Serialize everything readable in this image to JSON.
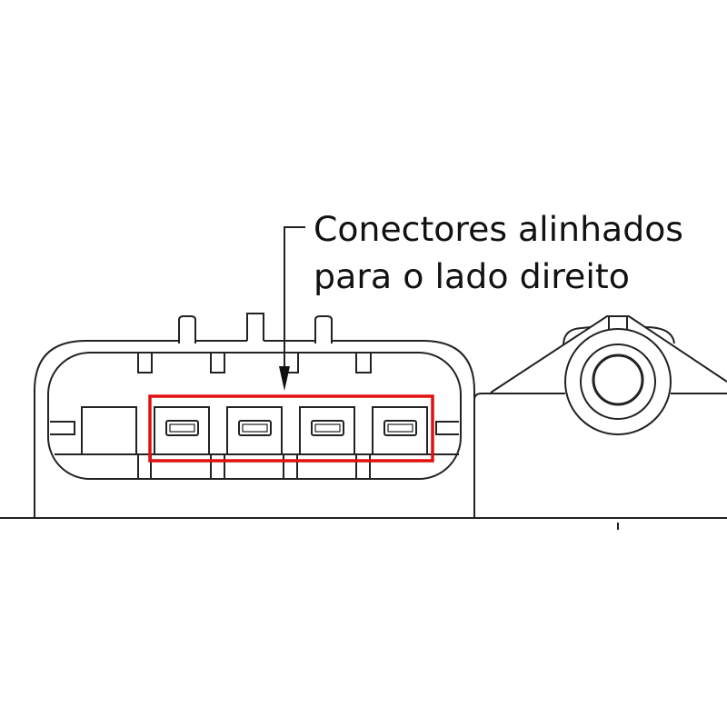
{
  "annotation": {
    "line1": "Conectores alinhados",
    "line2": "para o lado direito"
  },
  "colors": {
    "highlight": "#e01010",
    "stroke": "#222222"
  },
  "pins": {
    "count": 4
  }
}
